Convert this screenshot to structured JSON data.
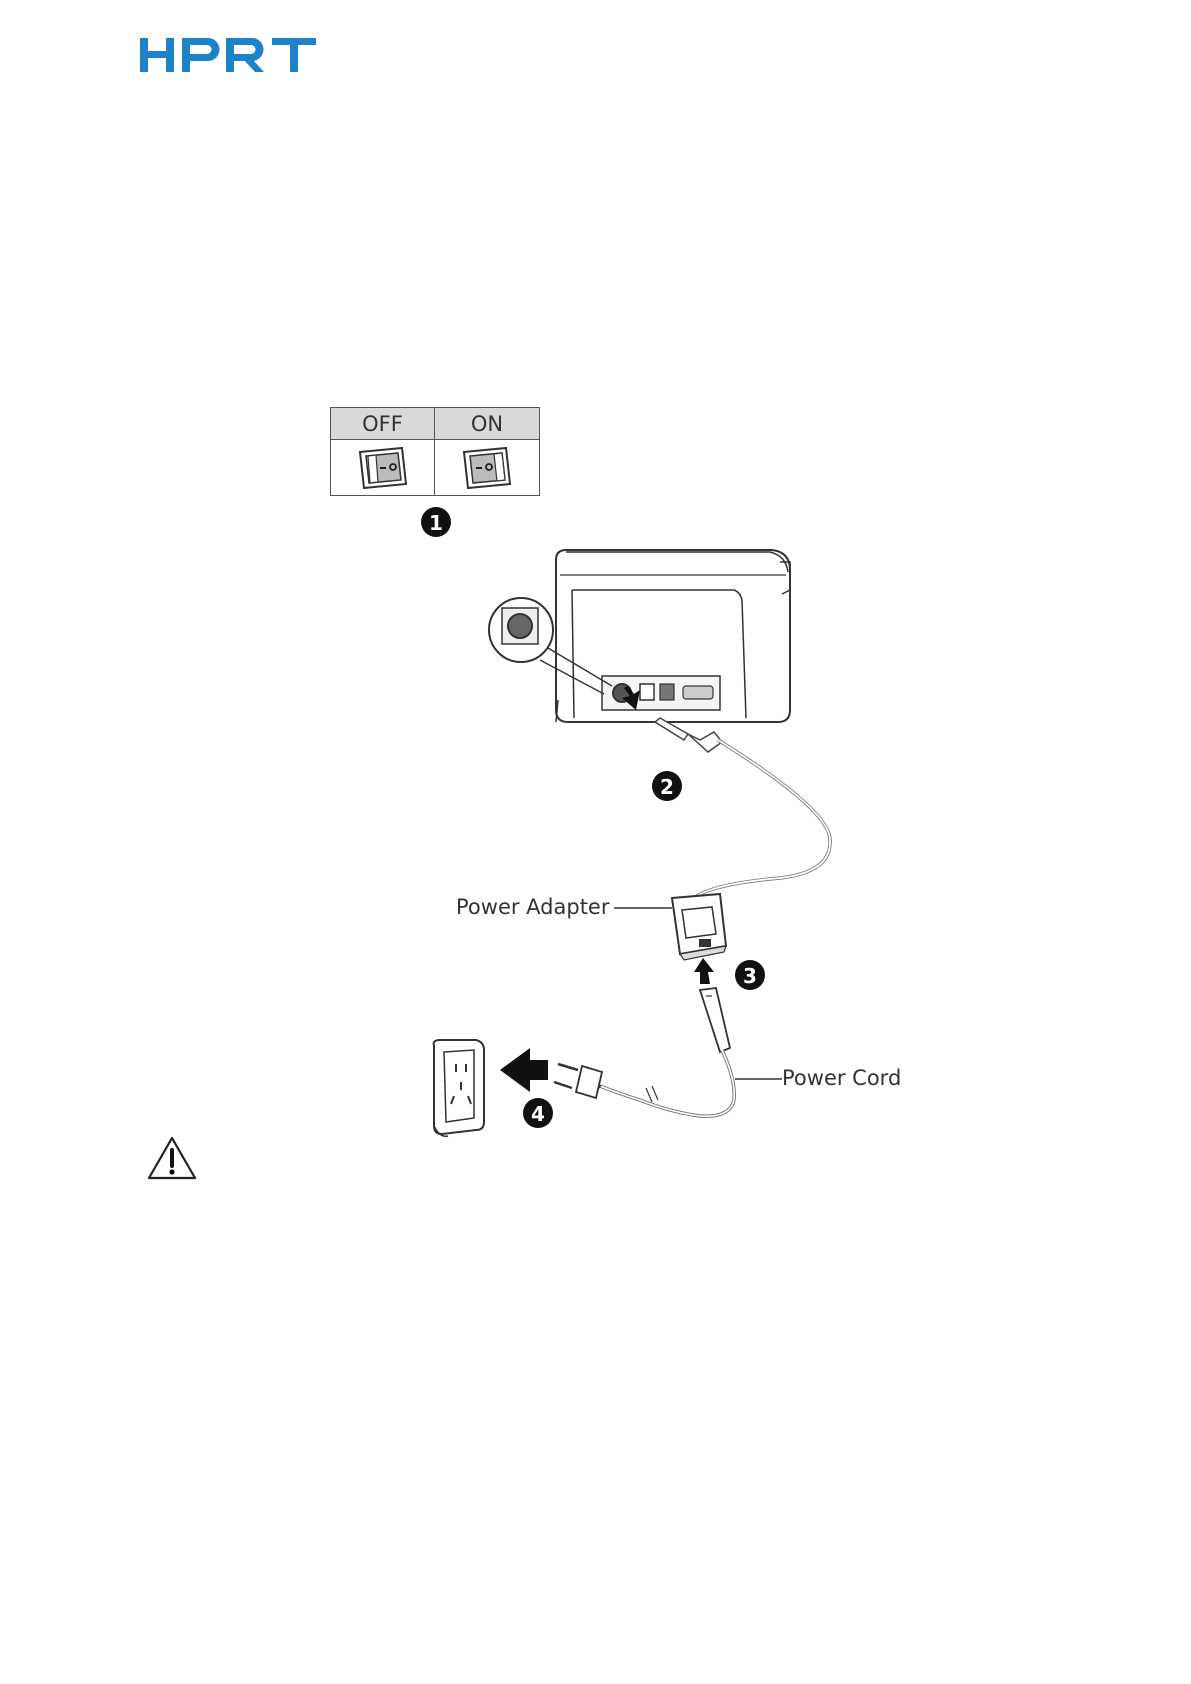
{
  "header": {
    "logo_text": "HPRT",
    "brand_color": "#1e82c8"
  },
  "diagram": {
    "switch_states": {
      "off_label": "OFF",
      "on_label": "ON"
    },
    "labels": {
      "power_adapter": "Power Adapter",
      "power_cord": "Power Cord"
    },
    "steps": [
      "1",
      "2",
      "3",
      "4"
    ],
    "icons": [
      "power-switch-off-icon",
      "power-switch-on-icon",
      "printer-rear-icon",
      "power-port-zoom-icon",
      "power-adapter-icon",
      "ac-plug-icon",
      "wall-socket-icon",
      "arrow-icon",
      "warning-triangle-icon"
    ]
  }
}
